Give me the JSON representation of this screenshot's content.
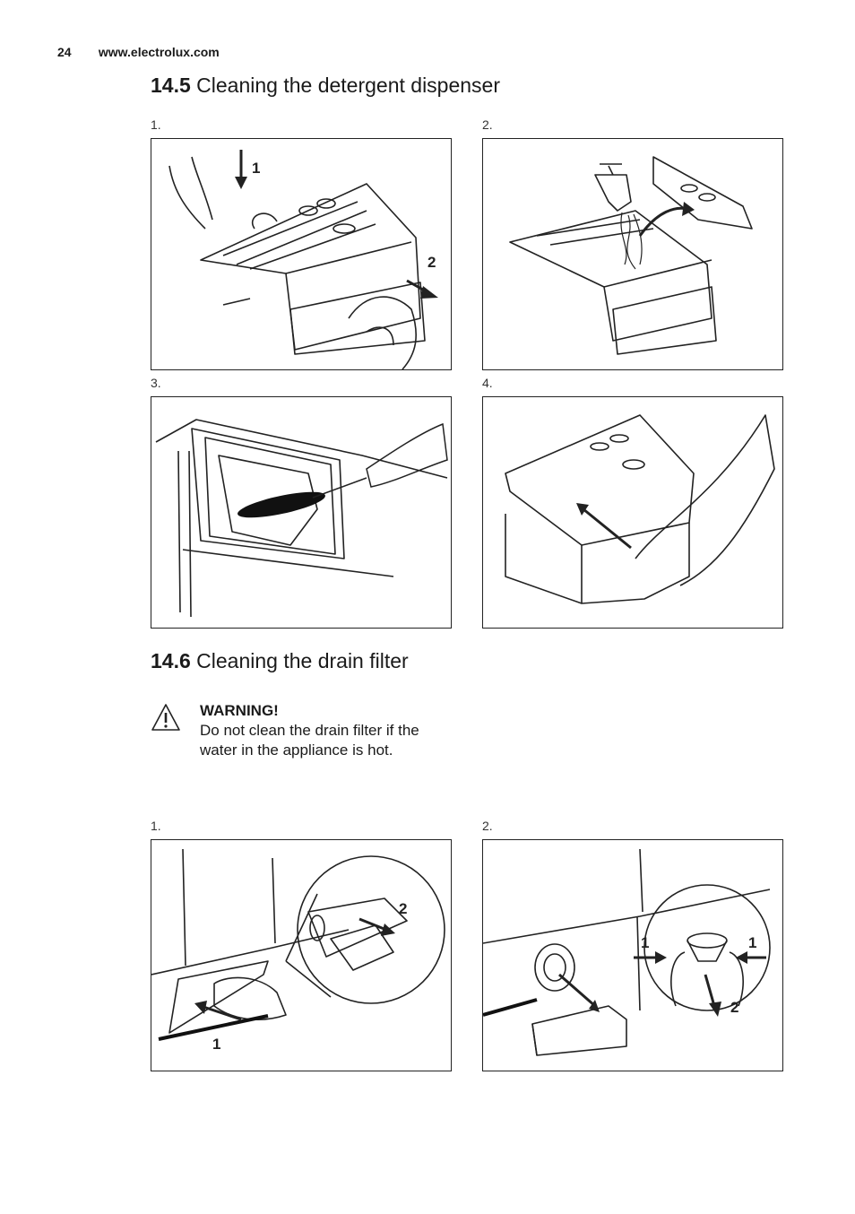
{
  "header": {
    "page_number": "24",
    "website": "www.electrolux.com"
  },
  "section_dispenser": {
    "number": "14.5",
    "title": "Cleaning the detergent dispenser",
    "steps": [
      "1.",
      "2.",
      "3.",
      "4."
    ],
    "callouts": {
      "push": "1",
      "pull": "2"
    }
  },
  "section_filter": {
    "number": "14.6",
    "title": "Cleaning the drain filter",
    "warning": {
      "title": "WARNING!",
      "text": "Do not clean the drain filter if the water in the appliance is hot."
    },
    "steps": [
      "1.",
      "2."
    ],
    "callouts": {
      "a": "1",
      "b": "2",
      "c": "1",
      "d": "1",
      "e": "2"
    }
  }
}
